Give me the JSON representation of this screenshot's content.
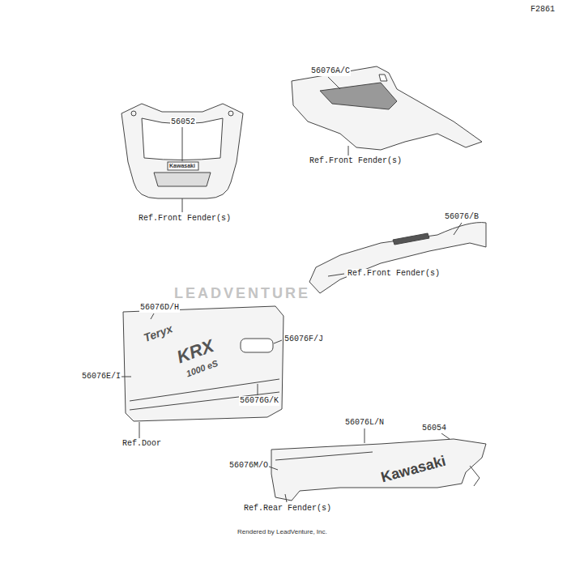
{
  "diagram": {
    "labels": [
      "F2861",
      "56052",
      "Kawasaki",
      "Ref.Front Fender(s)",
      "56076A/C",
      "Ref.Front Fender(s)",
      "56076/B",
      "Ref.Front Fender(s)",
      "LEADVENTURE",
      "56076D/H",
      "Teryx",
      "KRX",
      "1000 eS",
      "56076F/J",
      "56076E/I",
      "56076G/K",
      "Ref.Door",
      "56076L/N",
      "56054",
      "Kawasaki",
      "56076M/O",
      "Ref.Rear Fender(s)",
      "Rendered by LeadVenture, Inc."
    ]
  }
}
